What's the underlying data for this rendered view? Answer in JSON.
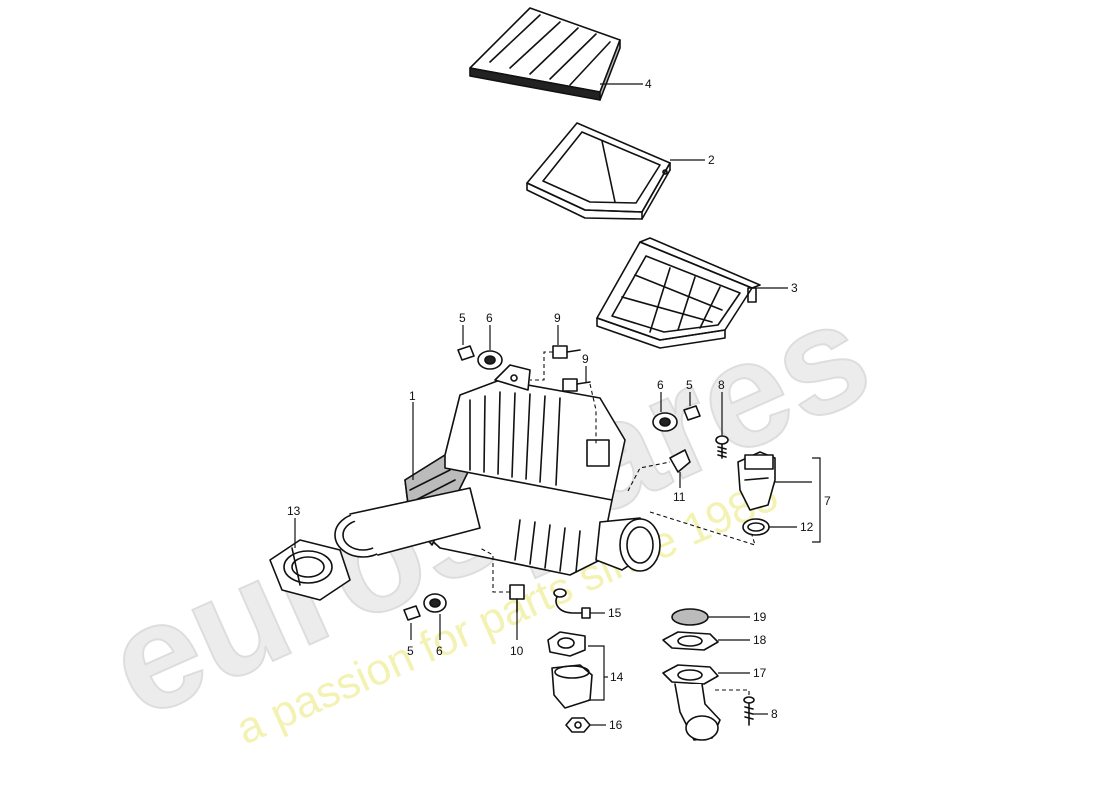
{
  "watermark": {
    "logo_text": "eurospares",
    "tagline": "a passion for parts since 1985"
  },
  "parts": [
    {
      "id": "p1",
      "label": "1"
    },
    {
      "id": "p2",
      "label": "2"
    },
    {
      "id": "p3",
      "label": "3"
    },
    {
      "id": "p4",
      "label": "4"
    },
    {
      "id": "p5a",
      "label": "5"
    },
    {
      "id": "p5b",
      "label": "5"
    },
    {
      "id": "p5c",
      "label": "5"
    },
    {
      "id": "p6a",
      "label": "6"
    },
    {
      "id": "p6b",
      "label": "6"
    },
    {
      "id": "p6c",
      "label": "6"
    },
    {
      "id": "p7",
      "label": "7"
    },
    {
      "id": "p8a",
      "label": "8"
    },
    {
      "id": "p8b",
      "label": "8"
    },
    {
      "id": "p9a",
      "label": "9"
    },
    {
      "id": "p9b",
      "label": "9"
    },
    {
      "id": "p10",
      "label": "10"
    },
    {
      "id": "p11",
      "label": "11"
    },
    {
      "id": "p12",
      "label": "12"
    },
    {
      "id": "p13",
      "label": "13"
    },
    {
      "id": "p14",
      "label": "14"
    },
    {
      "id": "p15",
      "label": "15"
    },
    {
      "id": "p16",
      "label": "16"
    },
    {
      "id": "p17",
      "label": "17"
    },
    {
      "id": "p18",
      "label": "18"
    },
    {
      "id": "p19",
      "label": "19"
    }
  ]
}
